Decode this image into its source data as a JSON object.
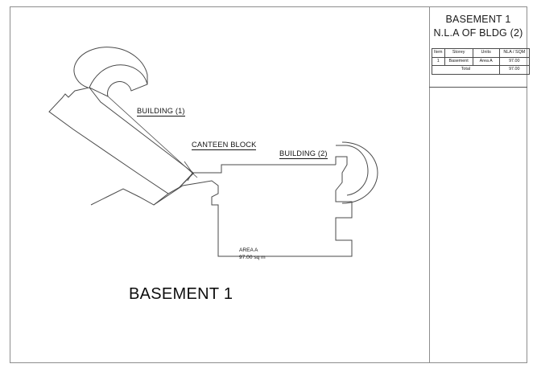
{
  "sheet": {
    "heading": "BASEMENT 1"
  },
  "title_panel": {
    "line1": "BASEMENT 1",
    "line2": "N.L.A OF BLDG (2)"
  },
  "schedule": {
    "columns": [
      "Item",
      "Storey",
      "Units",
      "NLA / SQM"
    ],
    "rows": [
      {
        "item": "1",
        "storey": "Basement",
        "units": "Area A",
        "nla": "97.00"
      }
    ],
    "total_label": "Total",
    "total_value": "97.00"
  },
  "annotations": {
    "building_1": "BUILDING (1)",
    "canteen_block": "CANTEEN BLOCK",
    "building_2": "BUILDING (2)",
    "area_name": "AREA A",
    "area_value": "97.00 sq m"
  },
  "colors": {
    "frame": "#8d8d8d",
    "outline": "#4a4a4a",
    "text": "#141414"
  }
}
